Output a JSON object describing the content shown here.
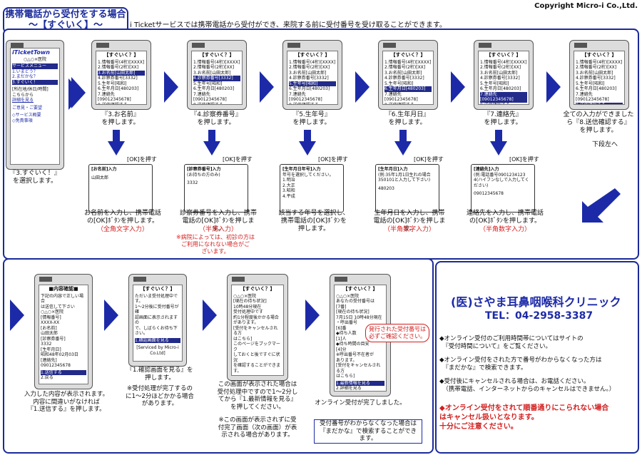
{
  "copyright": "Copyright Micro-i Co.,Ltd.",
  "title": {
    "line1": "携帯電話から受付をする場合",
    "line2": "～【すぐいく】～"
  },
  "intro": "i Ticketサービスでは携帯電話から受付ができ、来院する前に受付番号を受け取ることができます。",
  "top_phone": {
    "logo": "iTicketTown",
    "clinic": "○△○×医院",
    "menu": "サービスメニュー",
    "items": [
      "1.いまどう？",
      "2.まだかな？",
      "3.すぐいく！"
    ],
    "info": "[所在地/休日/時間]",
    "info2": "こちらから",
    "link": "詳細を見る",
    "opinion": "ご意見・ご要望",
    "svc": "◇サービス概要",
    "disclaimer": "◇免責事項"
  },
  "step_menu": {
    "header": "【すぐいく？】",
    "items": [
      "1.情報番号(4桁)[XXXX]",
      "2.情報番号(2桁)[XX]",
      "3.お名前[山田太郎]",
      "4.診察券番号[3332]",
      "5.生年号[昭和]",
      "6.生年月日[480203]",
      "7.連絡先[09012345678]",
      "8.送信確認する"
    ]
  },
  "captions": {
    "c0": "『3.すぐいく！』\nを選択します。",
    "c1": "『3.お名前』\nを押します。",
    "c2": "『4.診察券番号』\nを押します。",
    "c3": "『5.生年号』\nを押します。",
    "c4": "『6.生年月日』\nを押します。",
    "c5": "『7.連絡先』\nを押します。",
    "c6": "全ての入力ができました\nら『8.送信確認する』\nを押します。",
    "down_left": "下段左へ"
  },
  "ok_label": "[OK]を押す",
  "inputs": {
    "name": {
      "title": "[お名前]入力",
      "value": "山田太郎"
    },
    "card": {
      "title": "[診察券番号]入力",
      "sub": "(お持ちの方のみ)",
      "value": "3332"
    },
    "era": {
      "title": "[生年月日年号]入力",
      "sub": "年号を選択してください。",
      "opts": [
        "1.明治",
        "2.大正",
        "3.昭和",
        "4.平成"
      ]
    },
    "dob": {
      "title": "[生年月日]入力",
      "sub": "(例:35年1月1日生れの場合350101と入力して下さい)",
      "value": "480203"
    },
    "tel": {
      "title": "[連絡先]入力",
      "sub": "(例:電話番号0901234123 4(ハイフンなしで入力してください)",
      "value": "09012345678"
    }
  },
  "input_caps": {
    "name": "お名前を入力し、携帯電話\nの[OK]ﾎﾞﾀﾝを押します。",
    "name_red": "（全角文字入力）",
    "card": "診察券番号を入力し、携帯\n電話の[OK]ﾎﾞﾀﾝを押します。",
    "card_red": "（半角入力）",
    "card_note": "※病院によっては、初診の方は\nご利用になれない場合がご\nざいます。",
    "era": "該当する年号を選択し、\n携帯電話の[OK]ﾎﾞﾀﾝを\n押します。",
    "dob": "生年月日を入力し、携帯\n電話の[OK]ﾎﾞﾀﾝを押します。",
    "dob_red": "（半角数字入力）",
    "tel": "連絡先を入力し、携帯電話\nの[OK]ﾎﾞﾀﾝを押します。",
    "tel_red": "（半角数字入力）"
  },
  "bottom": {
    "b1": {
      "hd": "■内容確認■",
      "lines": [
        "下記の内容で正しい場合",
        "は送信して下さい",
        "○△○×医院",
        "[情報番号]",
        "XXXX-XX",
        "[お名前]",
        "山田太郎",
        "[診察券番号]",
        "3332",
        "[生年月日]",
        "昭和48年02月03日",
        "[連絡先]",
        "09012345678"
      ],
      "hl": "1.送信する",
      "back": "2.戻る"
    },
    "b1_cap": "入力した内容が表示されます。\n内容に間違いがなければ\n『1.送信する』を押します。",
    "b2": {
      "hd": "【すぐいく？】",
      "lines": [
        "ただいま受付処理中です。",
        "1〜2分後に受付番号が確",
        "認画面に表示されますの",
        "で、しばらくお待ち下さい。"
      ],
      "hl": "1.確認画面を見る",
      "foot": "[Serviced by Micro-i Co.Ltd]"
    },
    "b2_cap": "『1.確認画面を見る』を\n押します。",
    "b2_note": "※受付処理が完了するの\nに1〜2分ほどかかる場合\nがあります。",
    "b3": {
      "hd": "【すぐいく？】",
      "lines": [
        "○△○×医院",
        "[現在の待ち状況]",
        "10時48分現在",
        "受付処理中です",
        "約1分程度後かかる場合",
        "があります。",
        "[受付をキャンセルされる方",
        "はこちら]",
        "このページをブックマーク",
        "しておくと後ですぐに状況",
        "を確認することができます。"
      ],
      "hl": "1.最新情報を見る",
      "back": "2.詳細を見る"
    },
    "b3_cap": "この画面が表示された場合は\n受付処理中ですので1〜2分し\nてから『1.最新情報を見る』\nを押してください。",
    "b3_note": "※この画面が表示されずに受\n付完了画面（次の画面）が表\n示される場合があります。",
    "b4": {
      "hd": "【すぐいく？】",
      "lines": [
        "○△○×医院",
        "あなたの受付番号は",
        "[7番]",
        "[現在の待ち状況]",
        "7月15日 10時48分現在",
        "・呼出番号",
        "[6]番",
        "◆待ち人数",
        "[1]人",
        "◆待ち時間の目安",
        "[4]分",
        "※呼出番号不在者が",
        "あります。",
        "[受付をキャンセルされる方",
        "はこちら]"
      ],
      "hl": "1.最新情報を見る",
      "back": "2.詳細を見る"
    },
    "b4_cap": "オンライン受付が完了しました。",
    "b4_bubble": "発行された受付番号は\n必ずご確認ください。",
    "b4_note": "受付番号がわからなくなった場合は\n『まだかな』で検索することができ\nます。"
  },
  "clinic": {
    "name": "(医)さやま耳鼻咽喉科クリニック",
    "tel": "TEL：04-2958-3387"
  },
  "notes": [
    "◆オンライン受付のご利用時間帯についてはサイトの\n　『受付時間について』をご覧ください。",
    "◆オンライン受付をされた方で番号がわからなくなった方は\n　『まだかな』で検索できます。",
    "◆受付後にキャンセルされる場合は、お電話ください。\n　（携帯電話、インターネットからのキャンセルはできません。）"
  ],
  "warning": "◆オンライン受付をされて順番通りにこられない場合\nはキャンセル扱いとなります。\n十分にご注意ください。",
  "colors": {
    "accent": "#1c2aa8",
    "warn": "#d21e1e"
  }
}
